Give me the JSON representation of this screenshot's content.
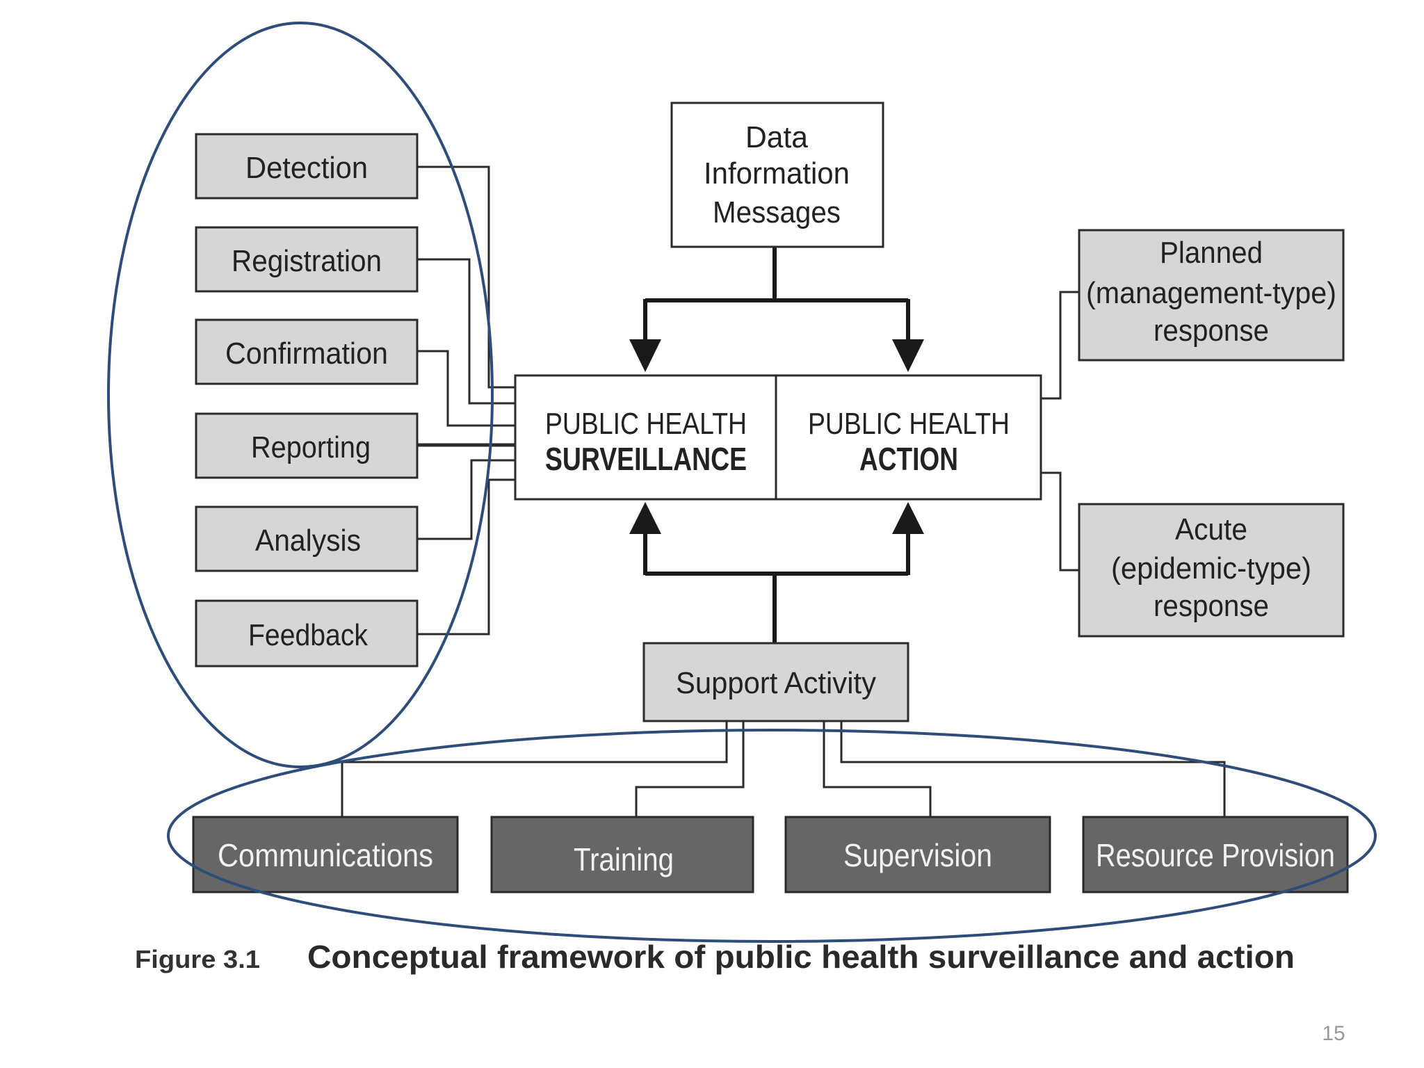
{
  "left_steps": [
    "Detection",
    "Registration",
    "Confirmation",
    "Reporting",
    "Analysis",
    "Feedback"
  ],
  "data_box": [
    "Data",
    "Information",
    "Messages"
  ],
  "center": {
    "surveillance": [
      "PUBLIC HEALTH",
      "SURVEILLANCE"
    ],
    "action": [
      "PUBLIC HEALTH",
      "ACTION"
    ]
  },
  "responses": {
    "planned": [
      "Planned",
      "(management-type)",
      "response"
    ],
    "acute": [
      "Acute",
      "(epidemic-type)",
      "response"
    ]
  },
  "support": "Support Activity",
  "support_items": [
    "Communications",
    "Training",
    "Supervision",
    "Resource Provision"
  ],
  "caption": {
    "label": "Figure 3.1",
    "text": "Conceptual framework of public health surveillance and action"
  },
  "page_number": "15",
  "colors": {
    "light_box": "#d6d6d6",
    "dark_box": "#666666",
    "stroke": "#2b2b2b",
    "ellipse": "#2e4d7a"
  }
}
